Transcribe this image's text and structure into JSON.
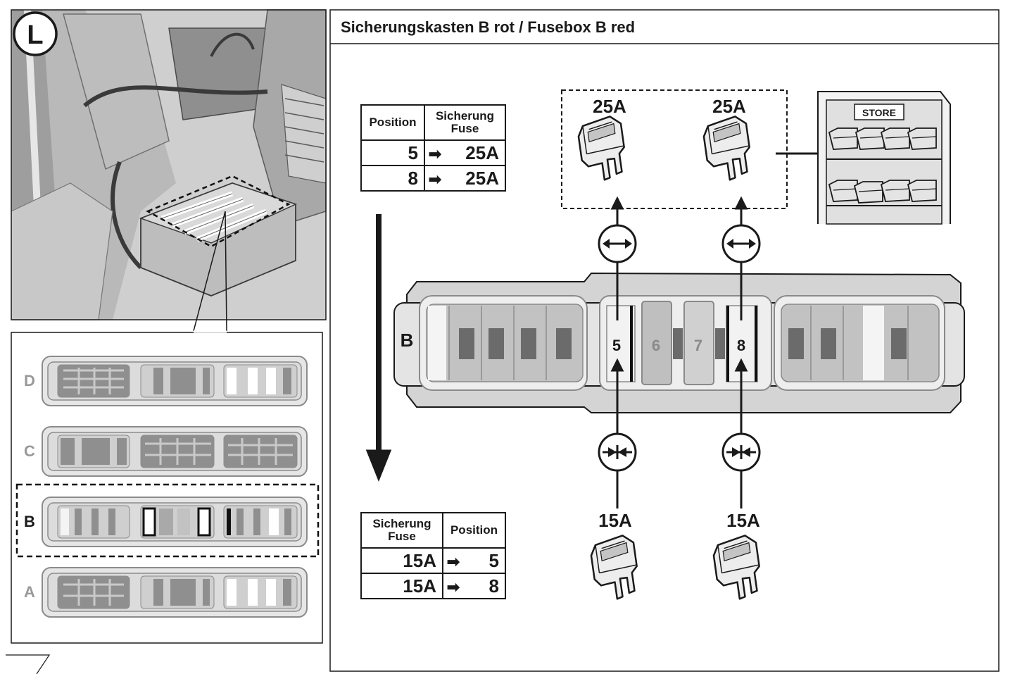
{
  "badge": "L",
  "title": "Sicherungskasten B rot / Fusebox B red",
  "left_rows": [
    "D",
    "C",
    "B",
    "A"
  ],
  "main_box_letter": "B",
  "positions": [
    "5",
    "6",
    "7",
    "8"
  ],
  "table_top": {
    "headers": [
      "Position",
      "Sicherung",
      "Fuse"
    ],
    "rows": [
      {
        "position": "5",
        "fuse": "25A"
      },
      {
        "position": "8",
        "fuse": "25A"
      }
    ]
  },
  "table_bottom": {
    "headers": [
      "Sicherung",
      "Fuse",
      "Position"
    ],
    "rows": [
      {
        "fuse": "15A",
        "position": "5"
      },
      {
        "fuse": "15A",
        "position": "8"
      }
    ]
  },
  "fuses_top": [
    "25A",
    "25A"
  ],
  "fuses_bottom": [
    "15A",
    "15A"
  ],
  "store_label": "STORE",
  "arrow_glyph": "➡",
  "colors": {
    "line": "#1a1a1a",
    "box_fill": "#d4d4d4",
    "slot_dark": "#6b6b6b",
    "highlight": "#f2f2f2"
  }
}
